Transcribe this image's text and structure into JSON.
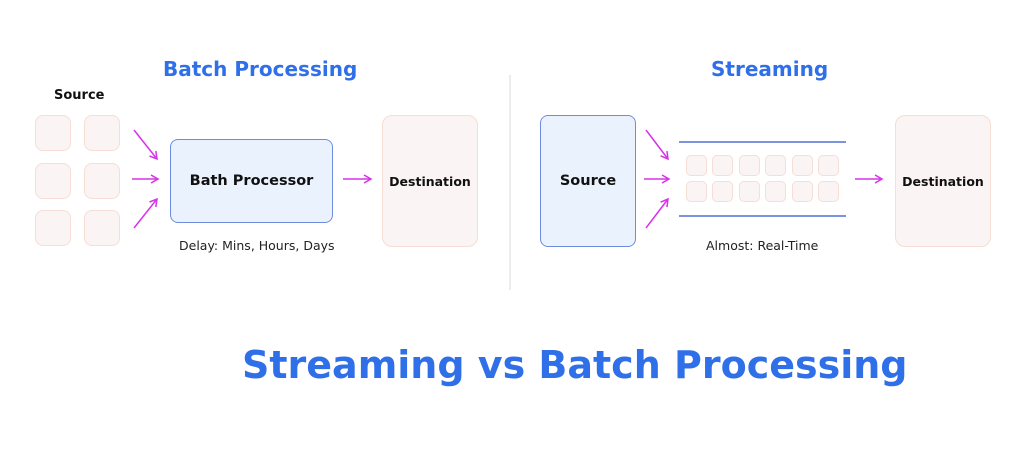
{
  "colors": {
    "accent_blue": "#2f6fe8",
    "arrow_magenta": "#d633e8",
    "tile_fill": "#faf5f4",
    "tile_border": "#f6ddd5",
    "processor_fill": "#eaf3fd",
    "processor_border": "#6f8be0"
  },
  "batch": {
    "title": "Batch Processing",
    "source_label": "Source",
    "source_tiles": 6,
    "processor_label": "Bath Processor",
    "delay_caption": "Delay: Mins, Hours, Days",
    "destination_label": "Destination"
  },
  "streaming": {
    "title": "Streaming",
    "source_label": "Source",
    "stream_tiles": 12,
    "latency_caption": "Almost: Real-Time",
    "destination_label": "Destination"
  },
  "main_title": "Streaming vs Batch Processing",
  "icons": [
    "arrow-diagonal-down-icon",
    "arrow-right-icon",
    "arrow-diagonal-up-icon"
  ]
}
